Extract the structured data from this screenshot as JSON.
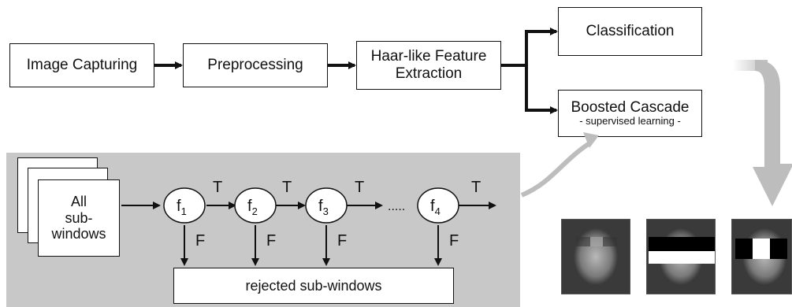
{
  "pipeline": {
    "capture": "Image Capturing",
    "preprocess": "Preprocessing",
    "haar_line1": "Haar-like Feature",
    "haar_line2": "Extraction",
    "classification": "Classification",
    "boosted_line1": "Boosted Cascade",
    "boosted_line2": "- supervised learning -"
  },
  "cascade": {
    "all_line1": "All",
    "all_line2": "sub-windows",
    "stages": [
      {
        "f": "f",
        "sub": "1"
      },
      {
        "f": "f",
        "sub": "2"
      },
      {
        "f": "f",
        "sub": "3"
      },
      {
        "f": "f",
        "sub": "4"
      }
    ],
    "true_label": "T",
    "false_label": "F",
    "ellipsis": ".....",
    "rejected": "rejected sub-windows"
  },
  "colors": {
    "panel": "#c8c8c8",
    "arrow_gray": "#bdbdbd"
  }
}
